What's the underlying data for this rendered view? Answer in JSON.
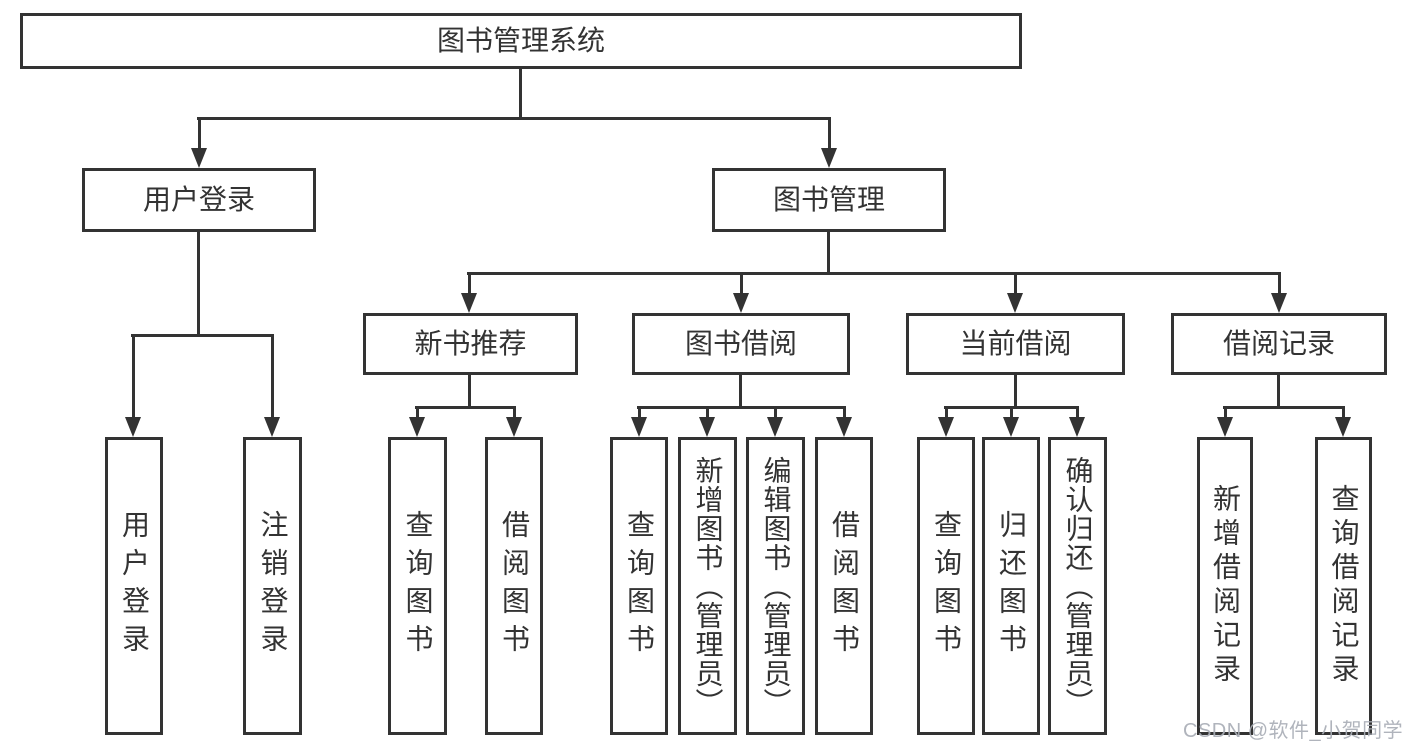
{
  "tree": {
    "root": "图书管理系统",
    "user_branch": {
      "label": "用户登录",
      "children": [
        "用户登录",
        "注销登录"
      ]
    },
    "book_branch": {
      "label": "图书管理",
      "sections": [
        {
          "label": "新书推荐",
          "children": [
            "查询图书",
            "借阅图书"
          ]
        },
        {
          "label": "图书借阅",
          "children": [
            "查询图书",
            "新增图书（管理员）",
            "编辑图书（管理员）",
            "借阅图书"
          ]
        },
        {
          "label": "当前借阅",
          "children": [
            "查询图书",
            "归还图书",
            "确认归还（管理员）"
          ]
        },
        {
          "label": "借阅记录",
          "children": [
            "新增借阅记录",
            "查询借阅记录"
          ]
        }
      ]
    }
  },
  "watermark": "CSDN @软件_小贺同学",
  "colors": {
    "line": "#333333",
    "text": "#333333",
    "background": "#ffffff",
    "watermark": "#a9aeb6"
  }
}
